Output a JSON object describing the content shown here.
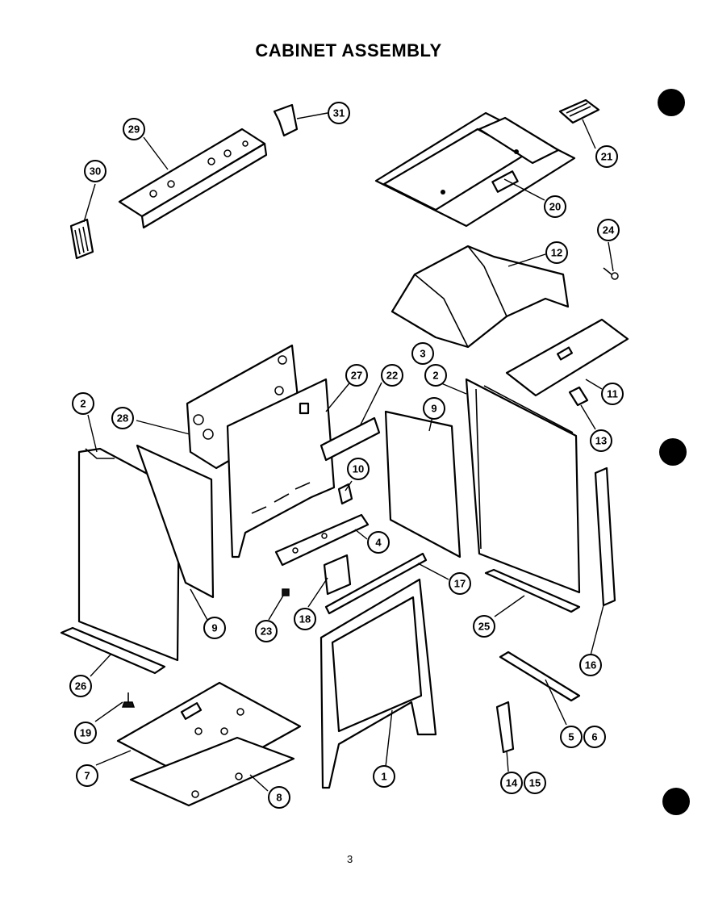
{
  "title": "CABINET ASSEMBLY",
  "page_number": "3",
  "callouts": {
    "c1": "1",
    "c2a": "2",
    "c2b": "2",
    "c3": "3",
    "c4": "4",
    "c5": "5",
    "c6": "6",
    "c7": "7",
    "c8": "8",
    "c9a": "9",
    "c9b": "9",
    "c10": "10",
    "c11": "11",
    "c12": "12",
    "c13": "13",
    "c14": "14",
    "c15": "15",
    "c16": "16",
    "c17": "17",
    "c18": "18",
    "c19": "19",
    "c20": "20",
    "c21": "21",
    "c22": "22",
    "c23": "23",
    "c24": "24",
    "c25": "25",
    "c26": "26",
    "c27": "27",
    "c28": "28",
    "c29": "29",
    "c30": "30",
    "c31": "31"
  }
}
